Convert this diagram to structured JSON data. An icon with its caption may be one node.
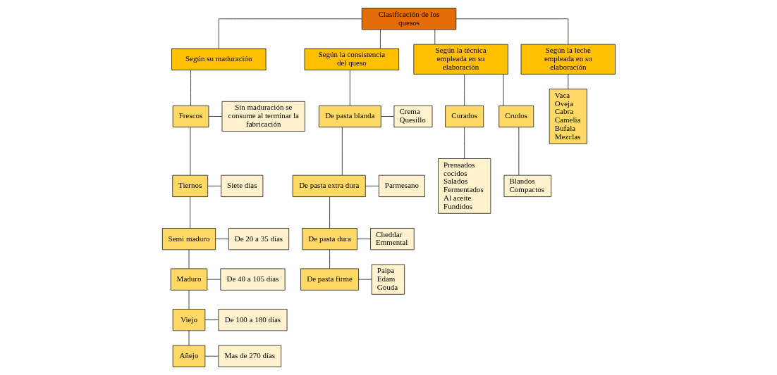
{
  "diagram": {
    "nodes": [
      {
        "text": [
          "Clasificación de los quesos"
        ]
      },
      {
        "text": [
          "Según su maduración"
        ]
      },
      {
        "text": [
          "Según la consistencia del queso"
        ]
      },
      {
        "text": [
          "Según la técnica empleada en su elaboración"
        ]
      },
      {
        "text": [
          "Según la leche empleada en su elaboración"
        ]
      },
      {
        "text": [
          "Frescos"
        ]
      },
      {
        "text": [
          "Sin maduración se consume al terminar la fabricación"
        ]
      },
      {
        "text": [
          "Tiernos"
        ]
      },
      {
        "text": [
          "Siete días"
        ]
      },
      {
        "text": [
          "Semi maduro"
        ]
      },
      {
        "text": [
          "De 20 a 35 días"
        ]
      },
      {
        "text": [
          "Maduro"
        ]
      },
      {
        "text": [
          "De 40 a 105 días"
        ]
      },
      {
        "text": [
          "Viejo"
        ]
      },
      {
        "text": [
          "De 100 a 180 días"
        ]
      },
      {
        "text": [
          "Añejo"
        ]
      },
      {
        "text": [
          "Mas de 270 días"
        ]
      },
      {
        "text": [
          "De pasta blanda"
        ]
      },
      {
        "text": [
          "Crema",
          "Quesillo"
        ]
      },
      {
        "text": [
          "De pasta extra dura"
        ]
      },
      {
        "text": [
          "Parmesano"
        ]
      },
      {
        "text": [
          "De pasta dura"
        ]
      },
      {
        "text": [
          "Cheddar",
          "Emmental"
        ]
      },
      {
        "text": [
          "De pasta firme"
        ]
      },
      {
        "text": [
          "Paipa",
          "Edam",
          "Gouda"
        ]
      },
      {
        "text": [
          "Curados"
        ]
      },
      {
        "text": [
          "Crudos"
        ]
      },
      {
        "text": [
          "Prensados cocidos",
          "Salados",
          "Fermentados",
          "Al aceite",
          "Fundidos"
        ]
      },
      {
        "text": [
          "Blandos",
          "Compactos"
        ]
      },
      {
        "text": [
          "Vaca",
          "Oveja",
          "Cabra",
          "Camelia",
          "Bufala",
          "Mezclas"
        ]
      }
    ],
    "edges": [
      {
        "from": 0,
        "to": 1,
        "arrow": "none"
      },
      {
        "from": 0,
        "to": 2,
        "arrow": "none"
      },
      {
        "from": 0,
        "to": 3,
        "arrow": "none"
      },
      {
        "from": 0,
        "to": 4,
        "arrow": "none"
      },
      {
        "from": 1,
        "to": 5,
        "arrow": "none"
      },
      {
        "from": 5,
        "to": 6,
        "arrow": "none"
      },
      {
        "from": 5,
        "to": 7,
        "arrow": "none"
      },
      {
        "from": 7,
        "to": 8,
        "arrow": "none"
      },
      {
        "from": 7,
        "to": 9,
        "arrow": "none"
      },
      {
        "from": 9,
        "to": 10,
        "arrow": "none"
      },
      {
        "from": 9,
        "to": 11,
        "arrow": "none"
      },
      {
        "from": 11,
        "to": 12,
        "arrow": "none"
      },
      {
        "from": 11,
        "to": 13,
        "arrow": "none"
      },
      {
        "from": 13,
        "to": 14,
        "arrow": "none"
      },
      {
        "from": 13,
        "to": 15,
        "arrow": "none"
      },
      {
        "from": 15,
        "to": 16,
        "arrow": "none"
      },
      {
        "from": 2,
        "to": 17,
        "arrow": "none"
      },
      {
        "from": 17,
        "to": 18,
        "arrow": "none"
      },
      {
        "from": 17,
        "to": 19,
        "arrow": "none"
      },
      {
        "from": 19,
        "to": 20,
        "arrow": "none"
      },
      {
        "from": 19,
        "to": 21,
        "arrow": "none"
      },
      {
        "from": 21,
        "to": 22,
        "arrow": "none"
      },
      {
        "from": 21,
        "to": 23,
        "arrow": "none"
      },
      {
        "from": 23,
        "to": 24,
        "arrow": "none"
      },
      {
        "from": 3,
        "to": 25,
        "arrow": "none"
      },
      {
        "from": 3,
        "to": 26,
        "arrow": "none"
      },
      {
        "from": 25,
        "to": 27,
        "arrow": "none"
      },
      {
        "from": 26,
        "to": 28,
        "arrow": "none"
      },
      {
        "from": 4,
        "to": 29,
        "arrow": "none"
      }
    ]
  }
}
